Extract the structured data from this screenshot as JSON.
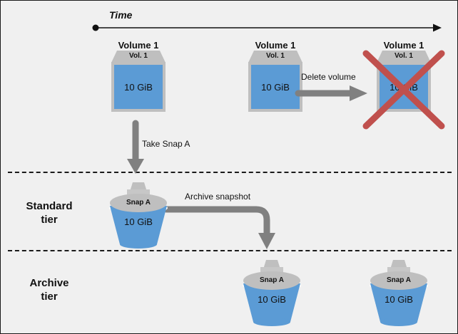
{
  "diagram": {
    "title_axis": "Time",
    "background_color": "#f0f0f0",
    "accent_blue": "#5b9bd5",
    "accent_gray": "#bfbfbf",
    "arrow_gray": "#808080",
    "delete_red": "#c0504d"
  },
  "tiers": [
    {
      "id": "standard",
      "line1": "Standard",
      "line2": "tier"
    },
    {
      "id": "archive",
      "line1": "Archive",
      "line2": "tier"
    }
  ],
  "volumes": [
    {
      "id": "vol-initial",
      "title": "Volume 1",
      "tab": "Vol. 1",
      "size": "10 GiB",
      "deleted": false
    },
    {
      "id": "vol-before-delete",
      "title": "Volume 1",
      "tab": "Vol. 1",
      "size": "10 GiB",
      "deleted": false
    },
    {
      "id": "vol-deleted",
      "title": "Volume 1",
      "tab": "Vol. 1",
      "size": "10 GiB",
      "deleted": true
    }
  ],
  "snapshots": [
    {
      "id": "snap-standard",
      "cap": "Snap A",
      "size": "10 GiB",
      "tier": "standard"
    },
    {
      "id": "snap-archive-1",
      "cap": "Snap A",
      "size": "10 GiB",
      "tier": "archive"
    },
    {
      "id": "snap-archive-2",
      "cap": "Snap A",
      "size": "10 GiB",
      "tier": "archive"
    }
  ],
  "connectors": [
    {
      "id": "take-snap",
      "label": "Take Snap A",
      "direction": "down"
    },
    {
      "id": "archive-snapshot",
      "label": "Archive snapshot",
      "direction": "right-then-down"
    },
    {
      "id": "delete-volume",
      "label": "Delete volume",
      "direction": "right"
    }
  ]
}
